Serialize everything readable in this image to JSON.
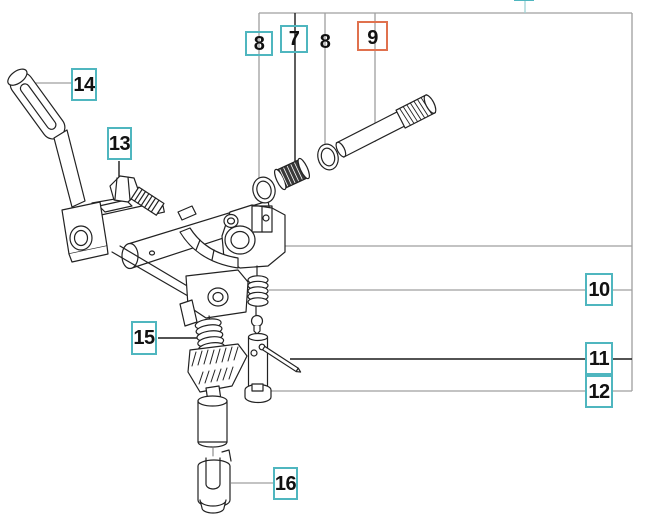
{
  "page": {
    "background": "#ffffff"
  },
  "callouts": {
    "items": [
      {
        "number": "8",
        "style": "teal-box"
      },
      {
        "number": "7",
        "style": "teal-box"
      },
      {
        "number": "8",
        "style": "plain"
      },
      {
        "number": "9",
        "style": "highlight-box"
      },
      {
        "number": "10",
        "style": "teal-box"
      },
      {
        "number": "11",
        "style": "teal-box"
      },
      {
        "number": "12",
        "style": "teal-box"
      },
      {
        "number": "13",
        "style": "teal-box"
      },
      {
        "number": "14",
        "style": "teal-box"
      },
      {
        "number": "15",
        "style": "teal-box"
      },
      {
        "number": "16",
        "style": "teal-box"
      }
    ],
    "colors": {
      "box_border": "#4fb6bf",
      "highlight_border": "#e0714e",
      "leader_gray": "#9f9f9f",
      "leader_dark": "#1a1a1a",
      "number_text": "#111111",
      "drawing_line": "#222222"
    }
  }
}
